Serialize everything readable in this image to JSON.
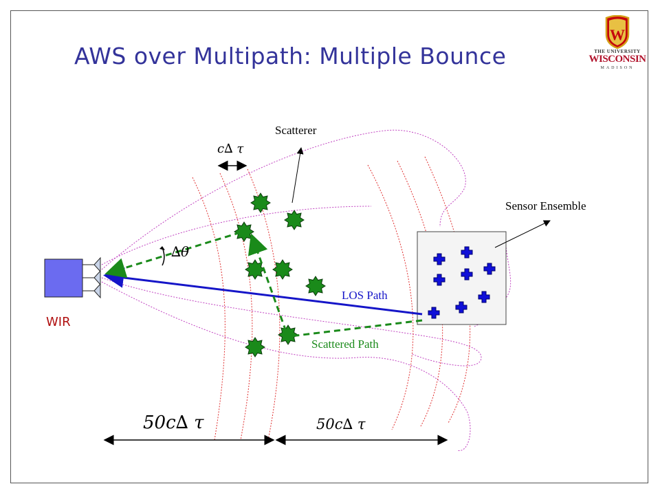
{
  "slide": {
    "title": "AWS over Multipath: Multiple Bounce",
    "logo": {
      "line1": "THE UNIVERSITY",
      "line2": "WISCONSIN",
      "line3": "MADISON",
      "crest_color": "#c5050c"
    }
  },
  "diagram": {
    "labels": {
      "scatterer": "Scatterer",
      "sensor_ensemble": "Sensor Ensemble",
      "los_path": "LOS Path",
      "scattered_path": "Scattered Path",
      "wir": "WIR"
    },
    "math": {
      "wavefront_spacing": "c∆ τ",
      "angle": "∆θ",
      "range_left": "50c∆ τ",
      "range_right": "50c∆ τ"
    },
    "colors": {
      "los": "#1515c8",
      "scattered": "#1a8a1a",
      "wavefront": "#e03030",
      "beam_outline": "#c040c0",
      "scatterer_fill": "#1a8a1a",
      "sensor_fill": "#1010d8",
      "receiver_fill": "#6b6bf0",
      "title": "#33339a"
    }
  }
}
